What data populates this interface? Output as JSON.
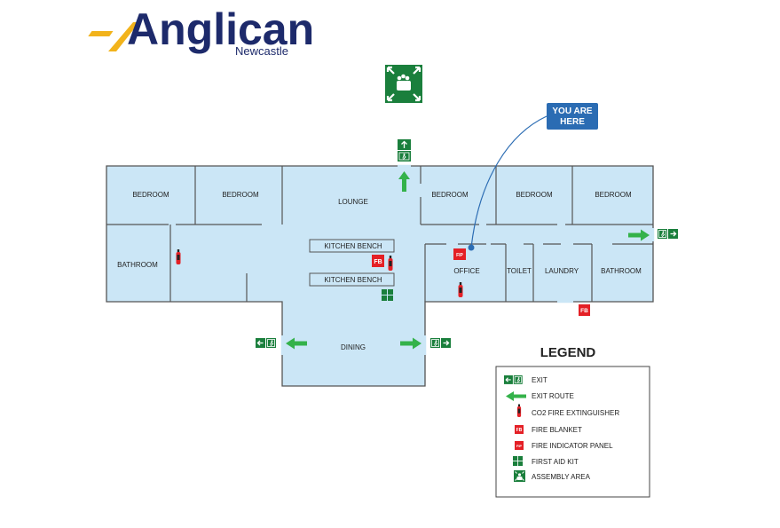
{
  "logo": {
    "main": "Anglican",
    "sub": "Newcastle"
  },
  "you_are_here": {
    "line1": "YOU ARE",
    "line2": "HERE"
  },
  "rooms": {
    "bedroom_1": "BEDROOM",
    "bedroom_2": "BEDROOM",
    "lounge": "LOUNGE",
    "bedroom_3": "BEDROOM",
    "bedroom_4": "BEDROOM",
    "bedroom_5": "BEDROOM",
    "bathroom_left": "BATHROOM",
    "kitchen_bench_1": "KITCHEN BENCH",
    "kitchen_bench_2": "KITCHEN BENCH",
    "office": "OFFICE",
    "toilet": "TOILET",
    "laundry": "LAUNDRY",
    "bathroom_right": "BATHROOM",
    "dining": "DINING"
  },
  "markers": {
    "fire_blanket": "FB",
    "fire_indicator_panel": "FIP"
  },
  "legend": {
    "title": "LEGEND",
    "items": [
      {
        "icon": "exit-sign-icon",
        "label": "EXIT"
      },
      {
        "icon": "exit-route-arrow-icon",
        "label": "EXIT ROUTE"
      },
      {
        "icon": "fire-extinguisher-icon",
        "label": "CO2 FIRE EXTINGUISHER"
      },
      {
        "icon": "fire-blanket-icon",
        "label": "FIRE BLANKET"
      },
      {
        "icon": "fire-indicator-panel-icon",
        "label": "FIRE INDICATOR PANEL"
      },
      {
        "icon": "first-aid-kit-icon",
        "label": "FIRST AID KIT"
      },
      {
        "icon": "assembly-area-icon",
        "label": "ASSEMBLY AREA"
      }
    ]
  },
  "colors": {
    "room_fill": "#cbe6f6",
    "wall": "#555555",
    "safety_green": "#1a7f3c",
    "arrow_green": "#34b24a",
    "fire_red": "#e42026",
    "brand_navy": "#1d2a6b",
    "brand_gold": "#f2b31b",
    "you_are_here_blue": "#2b6cb3"
  }
}
